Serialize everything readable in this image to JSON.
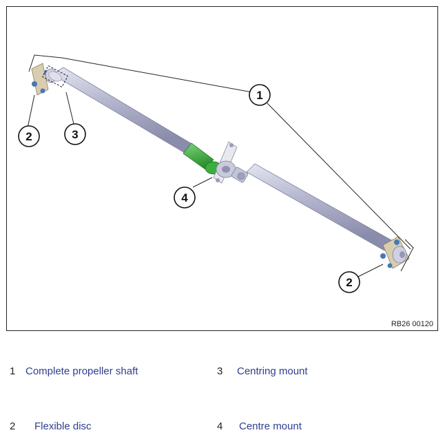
{
  "figure": {
    "id": "RB26 00120",
    "callouts": [
      "1",
      "2",
      "3",
      "2",
      "4"
    ]
  },
  "legend": [
    {
      "number": "1",
      "text": "Complete propeller shaft"
    },
    {
      "number": "3",
      "text": "Centring mount"
    },
    {
      "number": "2",
      "text": "Flexible disc"
    },
    {
      "number": "4",
      "text": "Centre mount"
    }
  ],
  "colors": {
    "text_blue": "#2f3e8f",
    "shaft": "#b7b9d2",
    "green_section": "#3dac3d"
  }
}
